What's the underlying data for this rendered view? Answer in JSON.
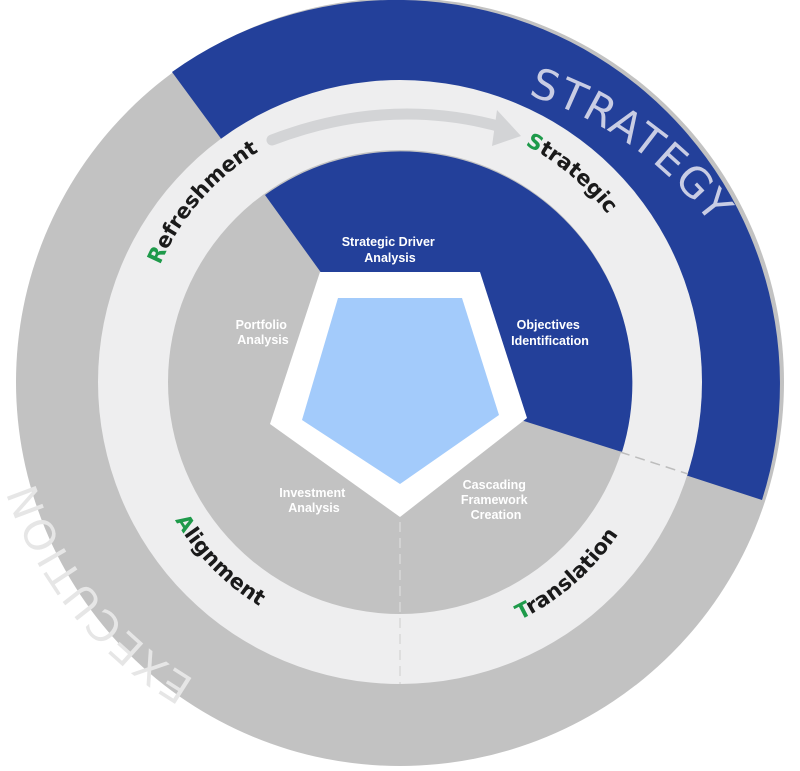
{
  "outer_ring": {
    "strategy_label": "STRATEGY",
    "execution_label": "EXECUTION"
  },
  "stages": {
    "refreshment": {
      "initial": "R",
      "rest": "efreshment"
    },
    "strategic": {
      "initial": "S",
      "rest": "trategic"
    },
    "translation": {
      "initial": "T",
      "rest": "ranslation"
    },
    "alignment": {
      "initial": "A",
      "rest": "lignment"
    }
  },
  "segments": {
    "strategic_driver": {
      "line1": "Strategic Driver",
      "line2": "Analysis"
    },
    "objectives": {
      "line1": "Objectives",
      "line2": "Identification"
    },
    "cascading": {
      "line1": "Cascading",
      "line2": "Framework",
      "line3": "Creation"
    },
    "investment": {
      "line1": "Investment",
      "line2": "Analysis"
    },
    "portfolio": {
      "line1": "Portfolio",
      "line2": "Analysis"
    }
  },
  "colors": {
    "navy": "#23409a",
    "gray": "#c2c2c2",
    "light_ring": "#eeeeef",
    "center": "#a3cbfb",
    "arrow": "#d3d4d6",
    "initial_green": "#1e9a4a"
  }
}
